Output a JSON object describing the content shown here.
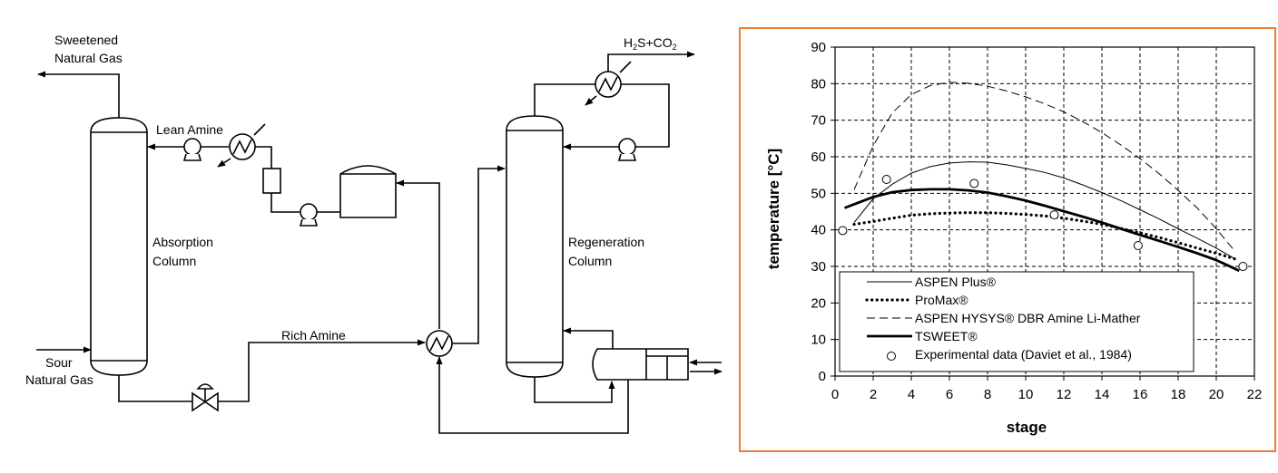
{
  "diagram": {
    "labels": {
      "sweetened_line1": "Sweetened",
      "sweetened_line2": "Natural Gas",
      "lean_amine": "Lean Amine",
      "absorption_line1": "Absorption",
      "absorption_line2": "Column",
      "regeneration_line1": "Regeneration",
      "regeneration_line2": "Column",
      "rich_amine": "Rich Amine",
      "sour_line1": "Sour",
      "sour_line2": "Natural Gas",
      "acid_gas_h": "H",
      "acid_gas_2a": "2",
      "acid_gas_s_co": "S+CO",
      "acid_gas_2b": "2"
    }
  },
  "chart_data": {
    "type": "line",
    "xlabel": "stage",
    "ylabel": "temperature [°C]",
    "xlim": [
      0,
      22
    ],
    "ylim": [
      0,
      90
    ],
    "xticks": [
      "0",
      "2",
      "4",
      "6",
      "8",
      "10",
      "12",
      "14",
      "16",
      "18",
      "20",
      "22"
    ],
    "yticks": [
      "0",
      "10",
      "20",
      "30",
      "40",
      "50",
      "60",
      "70",
      "80",
      "90"
    ],
    "grid": true,
    "legend_position": "bottom-left",
    "border_color": "#ED7D31",
    "series": [
      {
        "name": "ASPEN Plus®",
        "style": "thin-solid",
        "x": [
          1,
          2,
          3,
          4,
          5,
          6,
          7,
          8,
          9,
          10,
          11,
          12,
          13,
          14,
          15,
          16,
          17,
          18,
          19,
          20,
          21
        ],
        "y": [
          42,
          48.5,
          52.5,
          55.5,
          57.3,
          58.3,
          58.6,
          58.5,
          57.8,
          56.8,
          55.7,
          54.2,
          52.3,
          50.2,
          48,
          45.5,
          43,
          40.3,
          37.7,
          35,
          32
        ]
      },
      {
        "name": "ProMax®",
        "style": "dotted",
        "x": [
          1,
          2,
          3,
          4,
          5,
          6,
          7,
          8,
          9,
          10,
          11,
          12,
          13,
          14,
          15,
          16,
          17,
          18,
          19,
          20,
          21
        ],
        "y": [
          41.5,
          42.3,
          43.2,
          44,
          44.4,
          44.6,
          44.7,
          44.7,
          44.5,
          44.2,
          43.8,
          43.2,
          42.4,
          41.5,
          40.4,
          39.2,
          37.9,
          36.5,
          35,
          33.6,
          32
        ]
      },
      {
        "name": "ASPEN HYSYS® DBR Amine Li-Mather",
        "style": "dashed",
        "x": [
          1,
          2,
          3,
          4,
          5,
          6,
          7,
          8,
          9,
          10,
          11,
          12,
          13,
          14,
          15,
          16,
          17,
          18,
          19,
          20,
          21
        ],
        "y": [
          51,
          63,
          72,
          77,
          79.5,
          80.4,
          80.1,
          79.3,
          78,
          76.4,
          74.5,
          72.3,
          69.6,
          66.6,
          63.2,
          59.5,
          55.4,
          50.8,
          46,
          40.3,
          34
        ]
      },
      {
        "name": "TSWEET®",
        "style": "thick-solid",
        "x": [
          0.5,
          1,
          2,
          3,
          4,
          5,
          6,
          7,
          8,
          9,
          10,
          11,
          12,
          13,
          14,
          15,
          16,
          17,
          18,
          19,
          20,
          20.8,
          21.2
        ],
        "y": [
          46,
          47,
          49,
          50.3,
          50.9,
          51.1,
          51.1,
          50.8,
          50.2,
          49.2,
          48,
          46.6,
          45.1,
          43.6,
          42,
          40.3,
          38.6,
          37,
          35.3,
          33.6,
          31.7,
          29.8,
          28.8
        ]
      },
      {
        "name": "Experimental data (Daviet et al., 1984)",
        "style": "circle-markers",
        "x": [
          0.4,
          2.7,
          7.3,
          11.5,
          15.9,
          21.4
        ],
        "y": [
          39.8,
          53.8,
          52.7,
          44.1,
          35.7,
          30
        ]
      }
    ]
  }
}
